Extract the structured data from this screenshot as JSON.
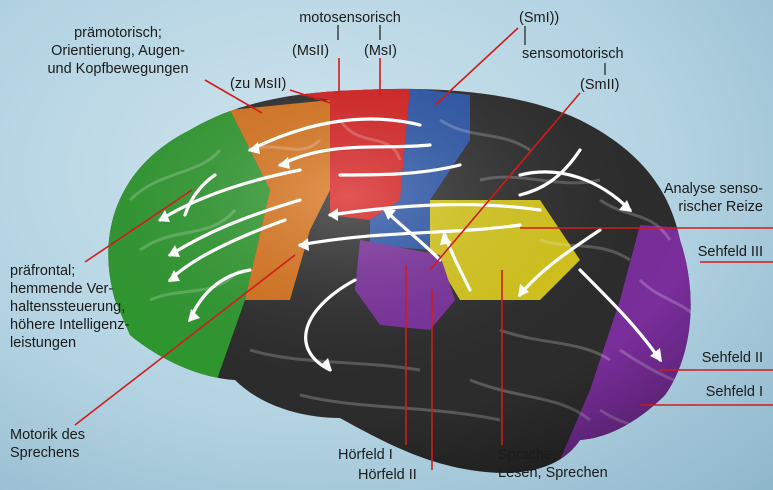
{
  "labels": {
    "praemotorisch": "prämotorisch;\nOrientierung, Augen-\nund Kopfbewegungen",
    "zu_msll": "(zu MsII)",
    "motosensorisch": "motosensorisch",
    "msll": "(MsII)",
    "msl": "(MsI)",
    "sml": "(SmI))",
    "sensomotorisch": "sensomotorisch",
    "smll": "(SmII)",
    "analyse": "Analyse senso-\nrischer Reize",
    "sehfeld3": "Sehfeld III",
    "sehfeld2": "Sehfeld II",
    "sehfeld1": "Sehfeld I",
    "praefrontal": "präfrontal;\nhemmende Ver-\nhaltenssteuerung,\nhöhere Intelligenz-\nleistungen",
    "motorik": "Motorik des\nSprechens",
    "hoerfeld1": "Hörfeld I",
    "hoerfeld2": "Hörfeld II",
    "sprache": "Sprache;\nLesen, Sprechen"
  },
  "colors": {
    "frontal": "#2f9a2f",
    "premotor": "#d9731a",
    "motor": "#d81e1e",
    "somato": "#2a55a8",
    "assoc": "#d8c81a",
    "visual": "#7a2e9c",
    "auditory": "#7a2e9c",
    "leader": "#d01c1c"
  }
}
